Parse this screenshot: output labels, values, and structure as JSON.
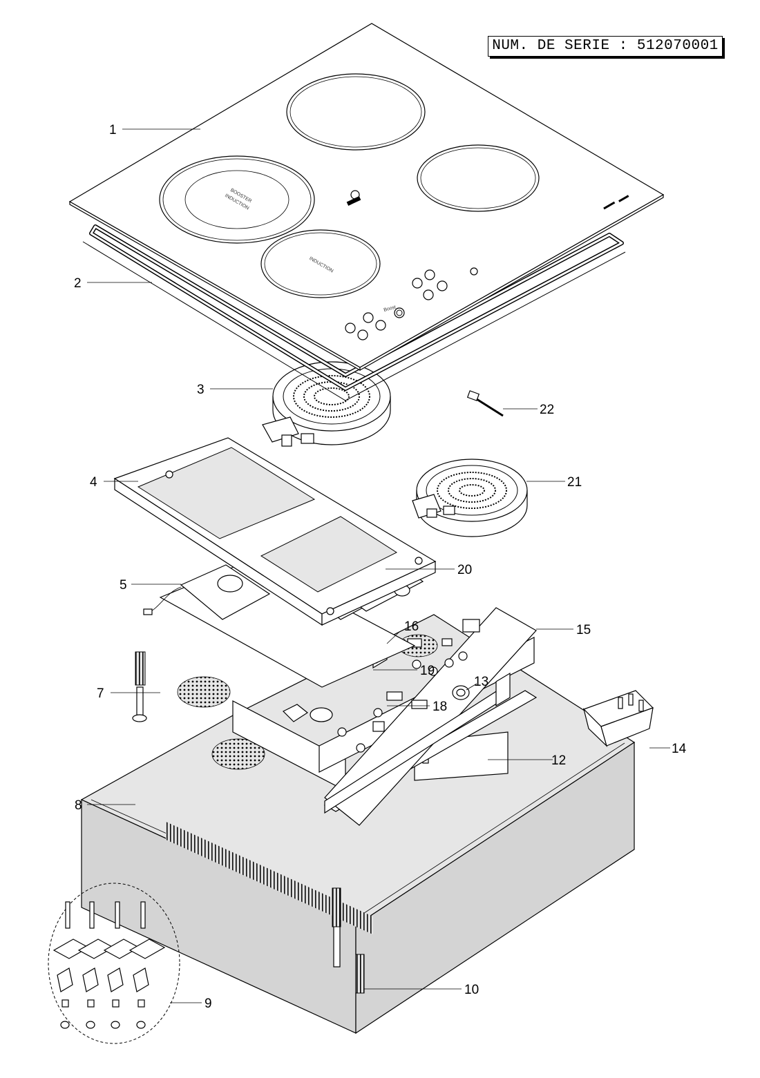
{
  "serial": {
    "text": "NUM. DE SERIE : 512070001"
  },
  "hob": {
    "zone_booster_line1": "BOOSTER",
    "zone_booster_line2": "INDUCTION",
    "zone_induction": "INDUCTION",
    "boost_label": "Boost"
  },
  "callouts": [
    {
      "id": "1",
      "label": "1"
    },
    {
      "id": "2",
      "label": "2"
    },
    {
      "id": "3",
      "label": "3"
    },
    {
      "id": "4",
      "label": "4"
    },
    {
      "id": "5",
      "label": "5"
    },
    {
      "id": "7",
      "label": "7"
    },
    {
      "id": "8",
      "label": "8"
    },
    {
      "id": "9",
      "label": "9"
    },
    {
      "id": "10",
      "label": "10"
    },
    {
      "id": "12",
      "label": "12"
    },
    {
      "id": "13",
      "label": "13"
    },
    {
      "id": "14",
      "label": "14"
    },
    {
      "id": "15",
      "label": "15"
    },
    {
      "id": "16",
      "label": "16"
    },
    {
      "id": "18",
      "label": "18"
    },
    {
      "id": "19",
      "label": "19"
    },
    {
      "id": "20",
      "label": "20"
    },
    {
      "id": "21",
      "label": "21"
    },
    {
      "id": "22",
      "label": "22"
    }
  ]
}
